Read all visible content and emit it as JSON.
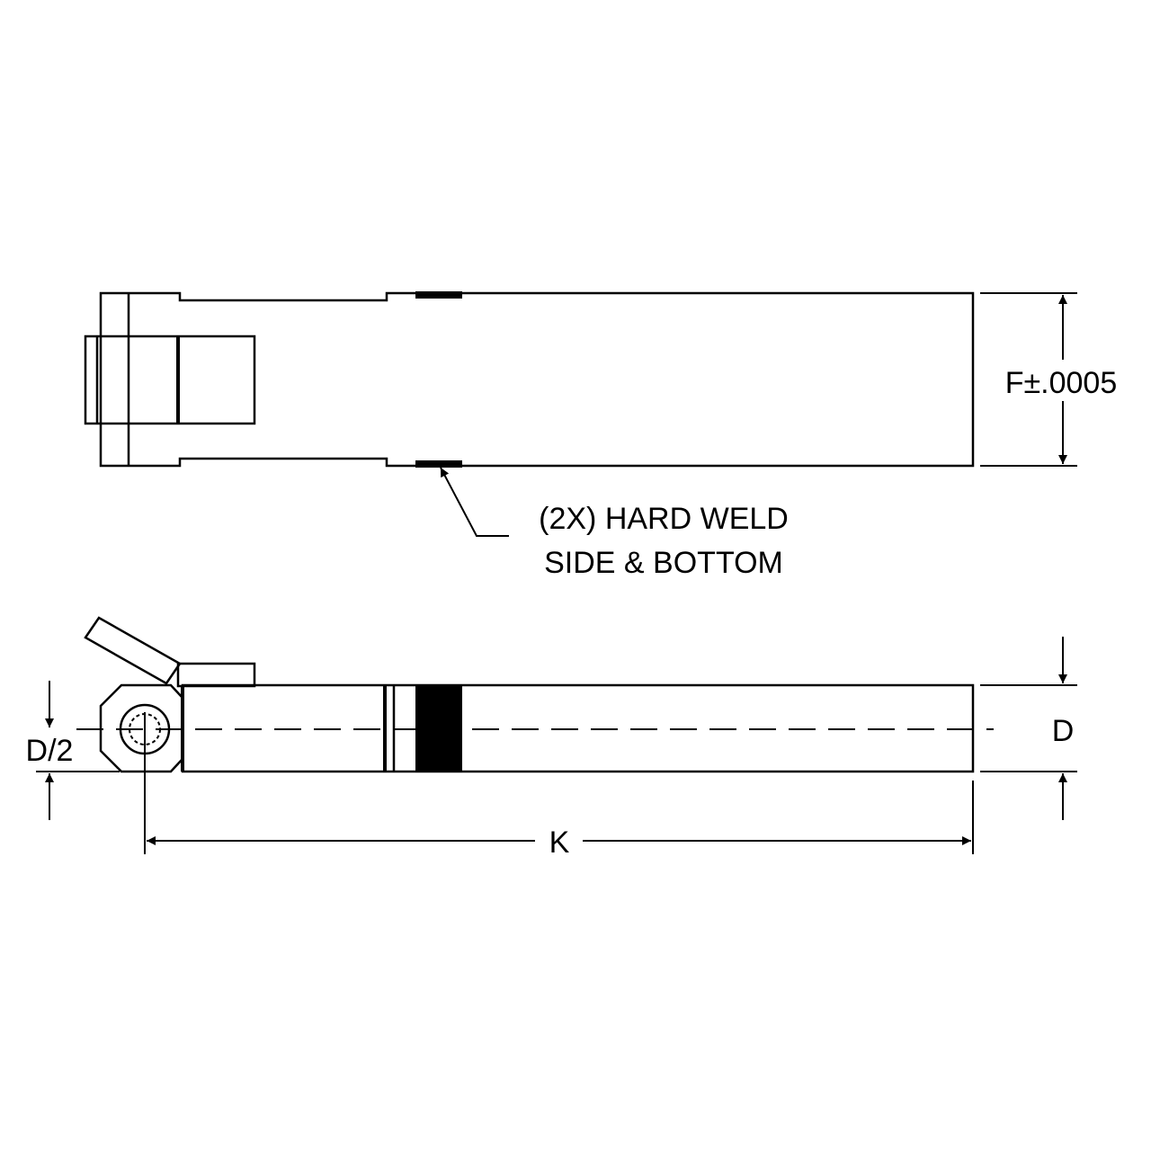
{
  "colors": {
    "ink": "#000000",
    "background": "#ffffff"
  },
  "labels": {
    "f_tolerance": "F±.0005",
    "weld_note_line1": "(2X) HARD WELD",
    "weld_note_line2": "SIDE & BOTTOM",
    "d": "D",
    "d_half": "D/2",
    "k": "K"
  }
}
